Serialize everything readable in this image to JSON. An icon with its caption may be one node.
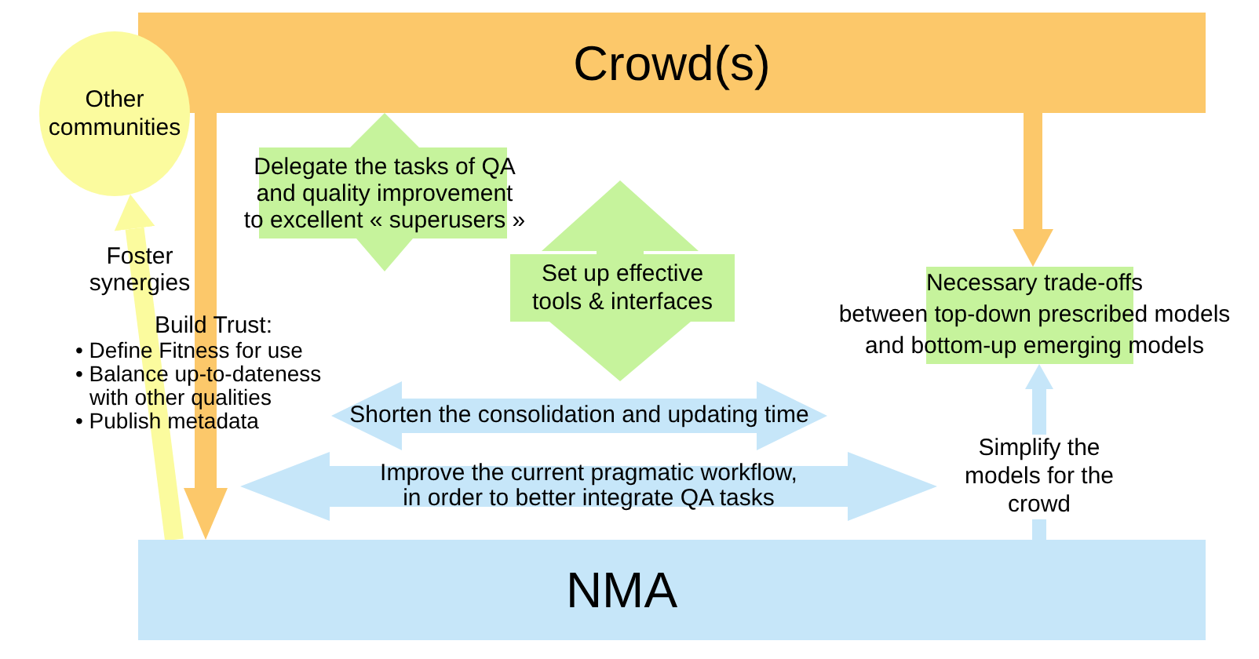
{
  "diagram": {
    "nodes": [
      {
        "text": [
          "Crowd(s)"
        ]
      },
      {
        "text": [
          "Other communities"
        ]
      },
      {
        "text": [
          "Necessary trade-offs between top-down prescribed models and bottom-up emerging models"
        ]
      },
      {
        "text": [
          "Shorten the consolidation and updating time"
        ]
      },
      {
        "text": [
          "Improve the current pragmatic workflow, in order to better integrate QA tasks"
        ]
      },
      {
        "text": [
          "NMA"
        ]
      }
    ],
    "edges": [
      {
        "from": 0,
        "to": 5,
        "arrow": "to",
        "color": "#fcc86a"
      },
      {
        "from": 5,
        "to": 1,
        "arrow": "to",
        "color": "#fbfb9e"
      },
      {
        "from": 0,
        "to": 3,
        "arrow": "both",
        "label": "Delegate the tasks of QA and quality improvement to excellent « superusers »",
        "color": "#c6f39c"
      },
      {
        "from": 3,
        "to": 0,
        "arrow": "both",
        "label": "Set up effective tools & interfaces",
        "color": "#c6f39c"
      },
      {
        "from": 0,
        "to": 2,
        "arrow": "to",
        "color": "#fcc86a"
      },
      {
        "from": 5,
        "to": 2,
        "arrow": "to",
        "label": "Simplify the models for the crowd",
        "color": "#c6e6f9"
      }
    ],
    "labels": [
      "Foster synergies",
      "Build Trust:",
      "• Define Fitness for use",
      "• Balance up-to-dateness with other qualities",
      "• Publish metadata"
    ]
  }
}
